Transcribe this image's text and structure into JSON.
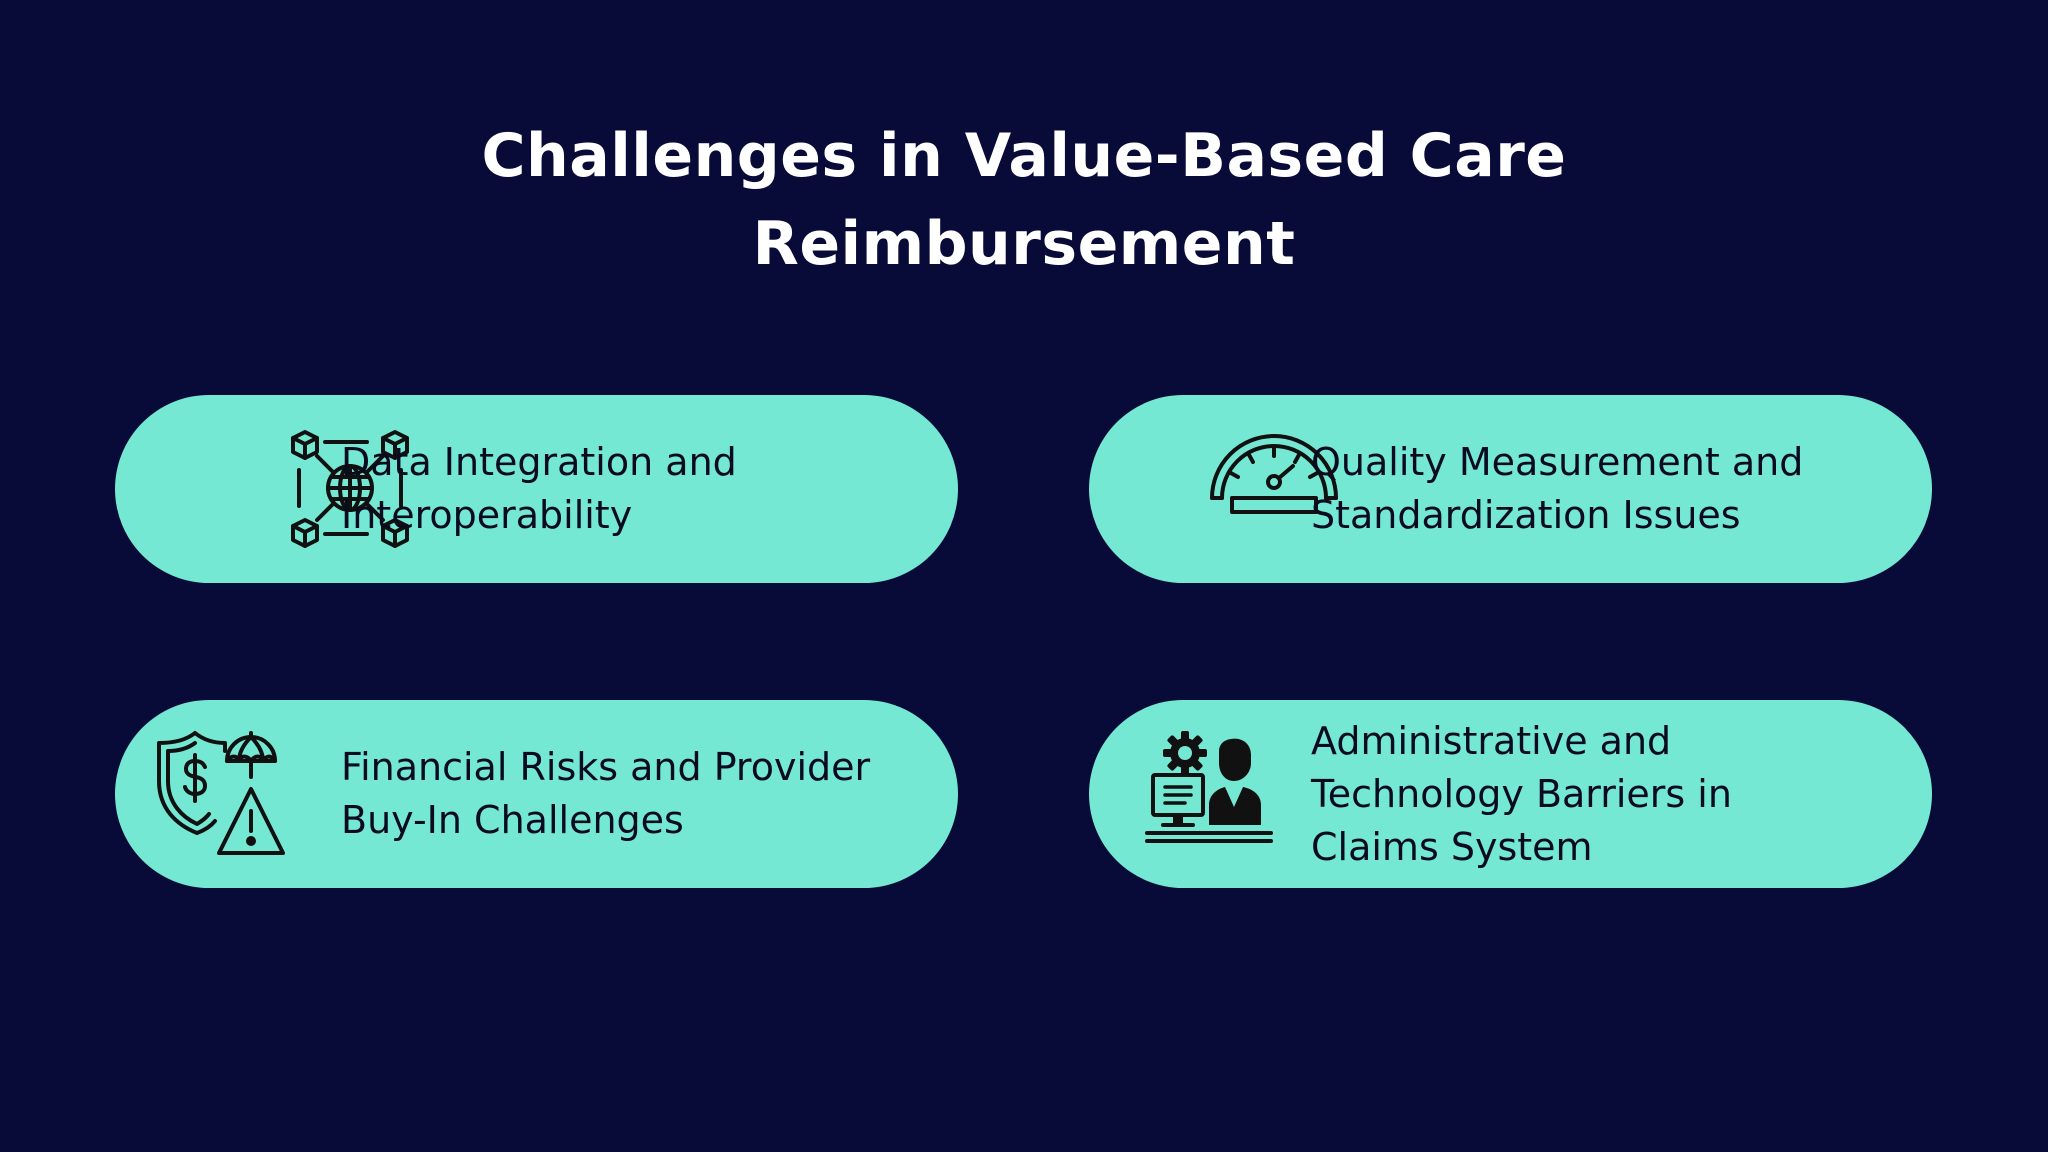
{
  "page": {
    "title_lines": [
      "Challenges in Value-Based Care",
      "Reimbursement"
    ],
    "background_color": "#080a38",
    "card_color": "#74e8d3"
  },
  "cards": [
    {
      "icon": "network-globe-icon",
      "lines": [
        "Data Integration and",
        "Interoperability"
      ]
    },
    {
      "icon": "speedometer-icon",
      "lines": [
        "Quality Measurement and",
        "Standardization Issues"
      ]
    },
    {
      "icon": "financial-risk-icon",
      "lines": [
        "Financial Risks and Provider",
        "Buy-In Challenges"
      ]
    },
    {
      "icon": "admin-technology-icon",
      "lines": [
        "Administrative and",
        "Technology Barriers in",
        "Claims System"
      ]
    }
  ]
}
